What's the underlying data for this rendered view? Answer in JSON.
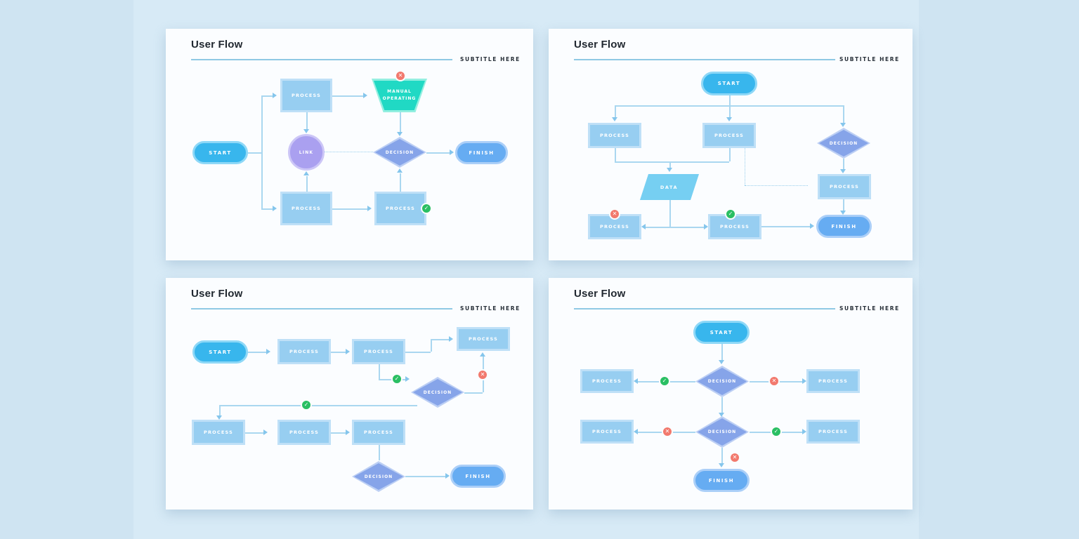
{
  "palette": {
    "page_bg": "#cfe4f2",
    "panel_bg": "#d7eaf6",
    "card_bg": "#fbfdff",
    "title_text": "#212830",
    "rule_line": "#8fc9e4",
    "node_process": "#97cef1",
    "node_start": "#38b6ed",
    "node_finish": "#66acf2",
    "node_decision": "#86a4e9",
    "node_link": "#aaa0f0",
    "node_data": "#76cff2",
    "node_manual_operating": "#20d9c4",
    "connector": "#aad7f0",
    "badge_error": "#f2796d",
    "badge_success": "#2abf63"
  },
  "icons": {
    "error": "✕",
    "success": "✓"
  },
  "slides": [
    {
      "title": "User Flow",
      "subtitle": "SUBTITLE HERE",
      "nodes": {
        "start": "START",
        "process_top": "PROCESS",
        "manual_operating": "MANUAL OPERATING",
        "link": "LINK",
        "decision": "DECISION",
        "finish": "FINISH",
        "process_bottom_left": "PROCESS",
        "process_bottom_right": "PROCESS"
      }
    },
    {
      "title": "User Flow",
      "subtitle": "SUBTITLE HERE",
      "nodes": {
        "start": "START",
        "process_left": "PROCESS",
        "process_center": "PROCESS",
        "decision": "DECISION",
        "data": "DATA",
        "process_bottom_left": "PROCESS",
        "process_bottom_center": "PROCESS",
        "process_right": "PROCESS",
        "finish": "FINISH"
      }
    },
    {
      "title": "User Flow",
      "subtitle": "SUBTITLE HERE",
      "nodes": {
        "start": "START",
        "process_1": "PROCESS",
        "process_2": "PROCESS",
        "process_top_right": "PROCESS",
        "decision_1": "DECISION",
        "process_3": "PROCESS",
        "process_4": "PROCESS",
        "process_5": "PROCESS",
        "decision_2": "DECISION",
        "finish": "FINISH"
      }
    },
    {
      "title": "User Flow",
      "subtitle": "SUBTITLE HERE",
      "nodes": {
        "start": "START",
        "decision_1": "DECISION",
        "process_left_1": "PROCESS",
        "process_right_1": "PROCESS",
        "decision_2": "DECISION",
        "process_left_2": "PROCESS",
        "process_right_2": "PROCESS",
        "finish": "FINISH"
      }
    }
  ]
}
